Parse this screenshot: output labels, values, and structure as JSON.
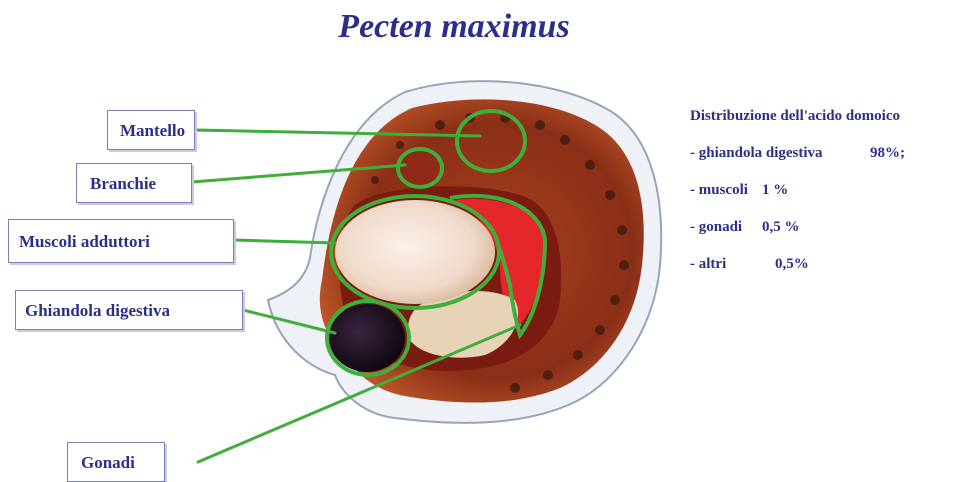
{
  "title": "Pecten maximus",
  "labels": {
    "mantello": "Mantello",
    "branchie": "Branchie",
    "muscoli": "Muscoli adduttori",
    "ghiandola": "Ghiandola digestiva",
    "gonadi": "Gonadi"
  },
  "distribution": {
    "heading": "Distribuzione dell'acido domoico",
    "items": [
      {
        "part": "- ghiandola digestiva",
        "value": "98%;"
      },
      {
        "part": "- muscoli",
        "value": "1 %"
      },
      {
        "part": "- gonadi",
        "value": "0,5 %"
      },
      {
        "part": "- altri",
        "value": "0,5%"
      }
    ]
  },
  "colors": {
    "text": "#2b2f8a",
    "pointer": "#3fae3a",
    "box_border": "#7b7fb8"
  }
}
